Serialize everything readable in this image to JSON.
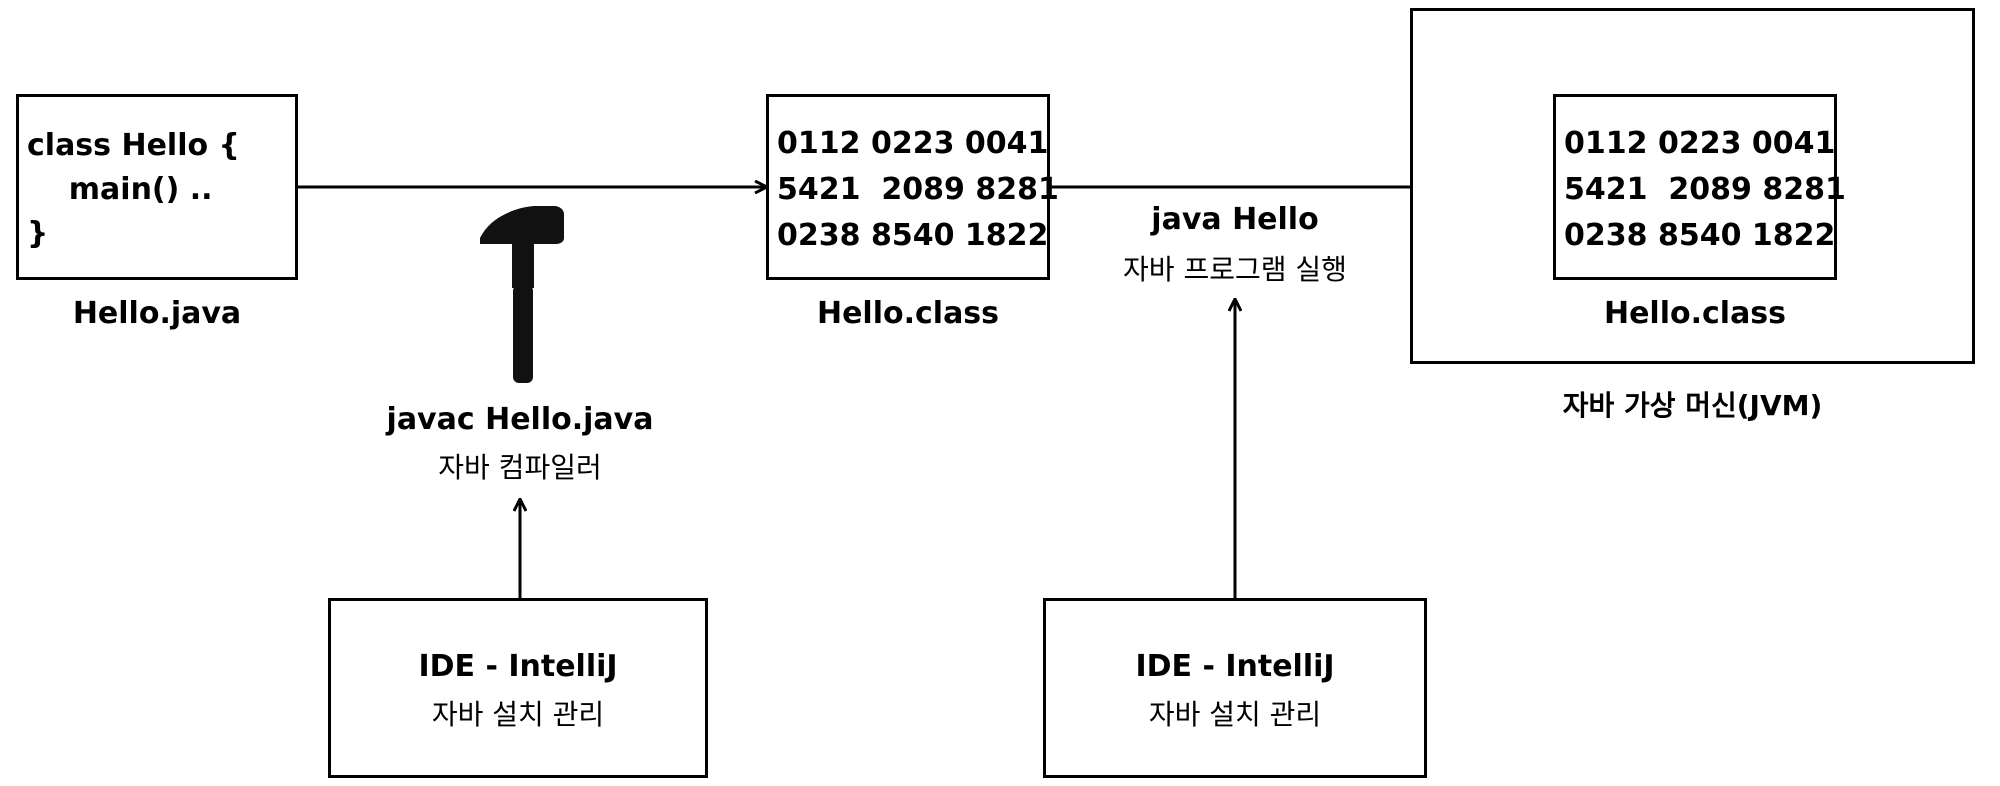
{
  "source_file": {
    "code_lines": [
      "class Hello {",
      "    main() ..",
      "}"
    ],
    "caption": "Hello.java"
  },
  "compiler": {
    "command": "javac Hello.java",
    "label": "자바 컴파일러"
  },
  "class_file": {
    "bytes_lines": [
      "0112 0223 0041",
      "5421  2089 8281",
      "0238 8540 1822"
    ],
    "caption": "Hello.class"
  },
  "run": {
    "command": "java Hello",
    "label": "자바 프로그램 실행"
  },
  "jvm": {
    "bytes_lines": [
      "0112 0223 0041",
      "5421  2089 8281",
      "0238 8540 1822"
    ],
    "inner_caption": "Hello.class",
    "label": "자바 가상 머신(JVM)"
  },
  "ide_left": {
    "title": "IDE - IntelliJ",
    "subtitle": "자바 설치 관리"
  },
  "ide_right": {
    "title": "IDE - IntelliJ",
    "subtitle": "자바 설치 관리"
  },
  "colors": {
    "stroke": "#000000",
    "background": "#ffffff"
  },
  "icons": {
    "compiler_icon": "hammer-icon"
  }
}
